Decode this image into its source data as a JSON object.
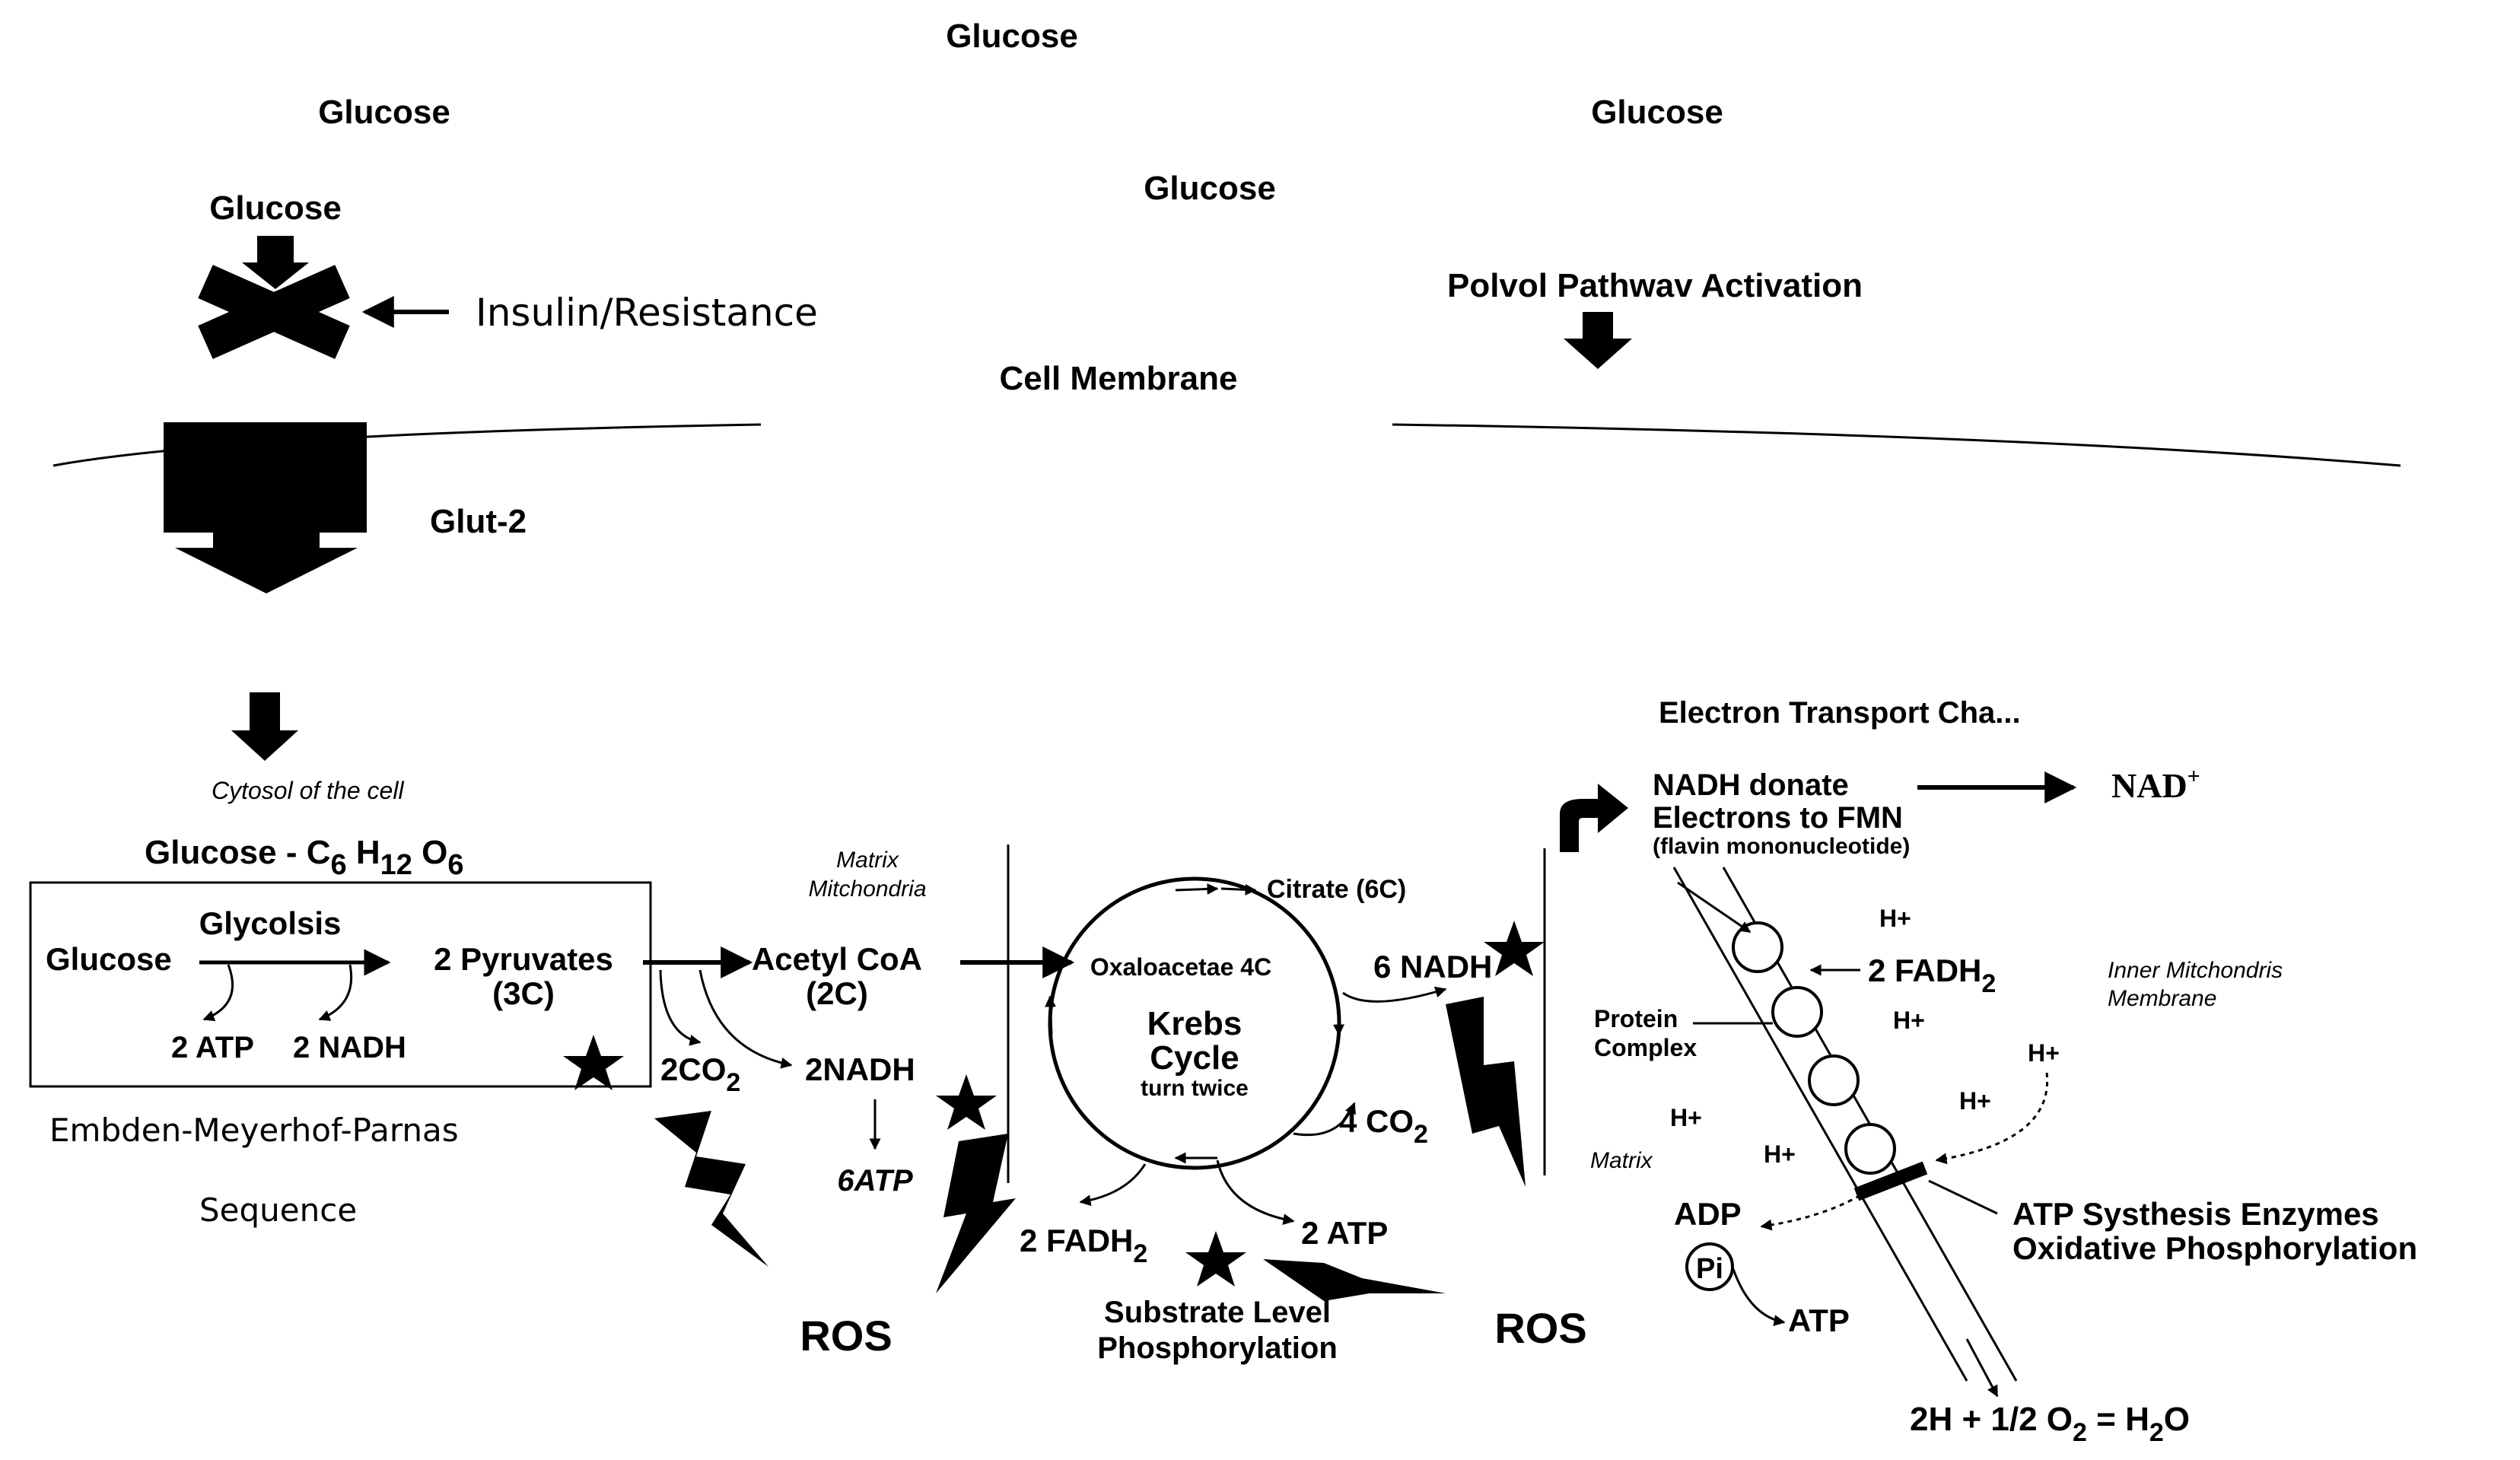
{
  "top": {
    "glucose_1": "Glucose",
    "glucose_2": "Glucose",
    "glucose_3": "Glucose",
    "glucose_4": "Glucose",
    "glucose_5": "Glucose",
    "insulin_resistance": "Insulin/Resistance",
    "polyol": "Polvol Pathwav Activation",
    "cell_membrane": "Cell Membrane",
    "glut2": "Glut-2"
  },
  "glycolysis": {
    "cytosol": "Cytosol of the cell",
    "formula_main": "Glucose - C",
    "formula_c_sub": "6",
    "formula_h": " H",
    "formula_h_sub": "12",
    "formula_o": " O",
    "formula_o_sub": "6",
    "title": "Glycolsis",
    "glucose": "Glucose",
    "pyruvates_1": "2 Pyruvates",
    "pyruvates_2": "(3C)",
    "atp": "2 ATP",
    "nadh": "2 NADH",
    "emp_1": "Embden-Meyerhof-Parnas",
    "emp_2": "Sequence"
  },
  "link": {
    "matrix_1": "Matrix",
    "matrix_2": "Mitchondria",
    "acetyl_1": "Acetyl CoA",
    "acetyl_2": "(2C)",
    "co2": "2CO",
    "co2_sub": "2",
    "nadh": "2NADH",
    "atp6": "6ATP"
  },
  "krebs": {
    "citrate": "Citrate (6C)",
    "oxalo": "Oxaloacetae 4C",
    "title_1": "Krebs",
    "title_2": "Cycle",
    "title_3": "turn twice",
    "nadh6": "6 NADH",
    "co2": "4 CO",
    "co2_sub": "2",
    "fadh": "2 FADH",
    "fadh_sub": "2",
    "atp": "2 ATP",
    "substrate_1": "Substrate Level",
    "substrate_2": "Phosphorylation"
  },
  "ros": {
    "left": "ROS",
    "right": "ROS"
  },
  "etc": {
    "title": "Electron Transport Cha...",
    "nadh_donate_1": "NADH donate",
    "nadh_donate_2": "Electrons to FMN",
    "nadh_donate_3": "(flavin mononucleotide)",
    "nad": "NAD",
    "nad_sup": "+",
    "fadh": "2 FADH",
    "fadh_sub": "2",
    "protein_1": "Protein",
    "protein_2": "Complex",
    "inner_1": "Inner Mitchondris",
    "inner_2": "Membrane",
    "matrix": "Matrix",
    "hplus": "H+",
    "adp": "ADP",
    "pi": "Pi",
    "atp": "ATP",
    "synth_1": "ATP Systhesis Enzymes",
    "synth_2": "Oxidative Phosphorylation",
    "water_1": "2H  +  1/2 O",
    "water_sub1": "2",
    "water_2": " =  H",
    "water_sub2": "2",
    "water_3": "O"
  }
}
